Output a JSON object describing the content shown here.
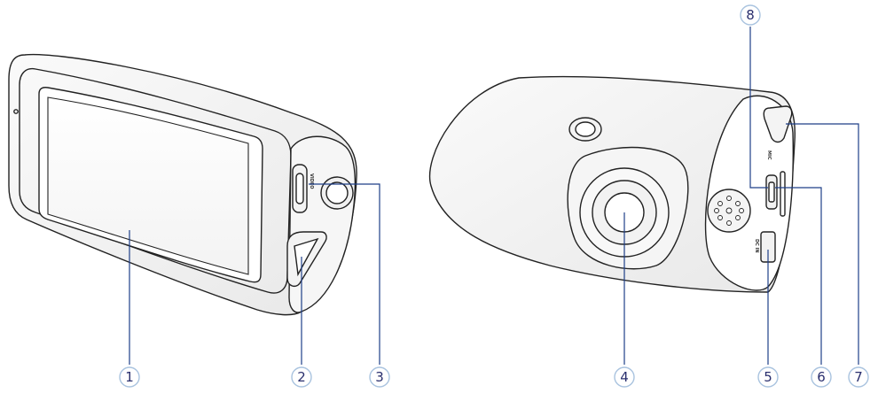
{
  "callouts": [
    {
      "id": "1",
      "label": "1"
    },
    {
      "id": "2",
      "label": "2"
    },
    {
      "id": "3",
      "label": "3"
    },
    {
      "id": "4",
      "label": "4"
    },
    {
      "id": "5",
      "label": "5"
    },
    {
      "id": "6",
      "label": "6"
    },
    {
      "id": "7",
      "label": "7"
    },
    {
      "id": "8",
      "label": "8"
    }
  ],
  "device_labels": {
    "front_side_mode": "VIDEO",
    "rear_mic": "MIC",
    "rear_dcin": "DC IN"
  },
  "colors": {
    "callout_ring": "#a9c3df",
    "callout_text": "#2a2f6e",
    "leader_line": "#1e3f88",
    "outline": "#222222",
    "body_fill": "#ffffff"
  }
}
